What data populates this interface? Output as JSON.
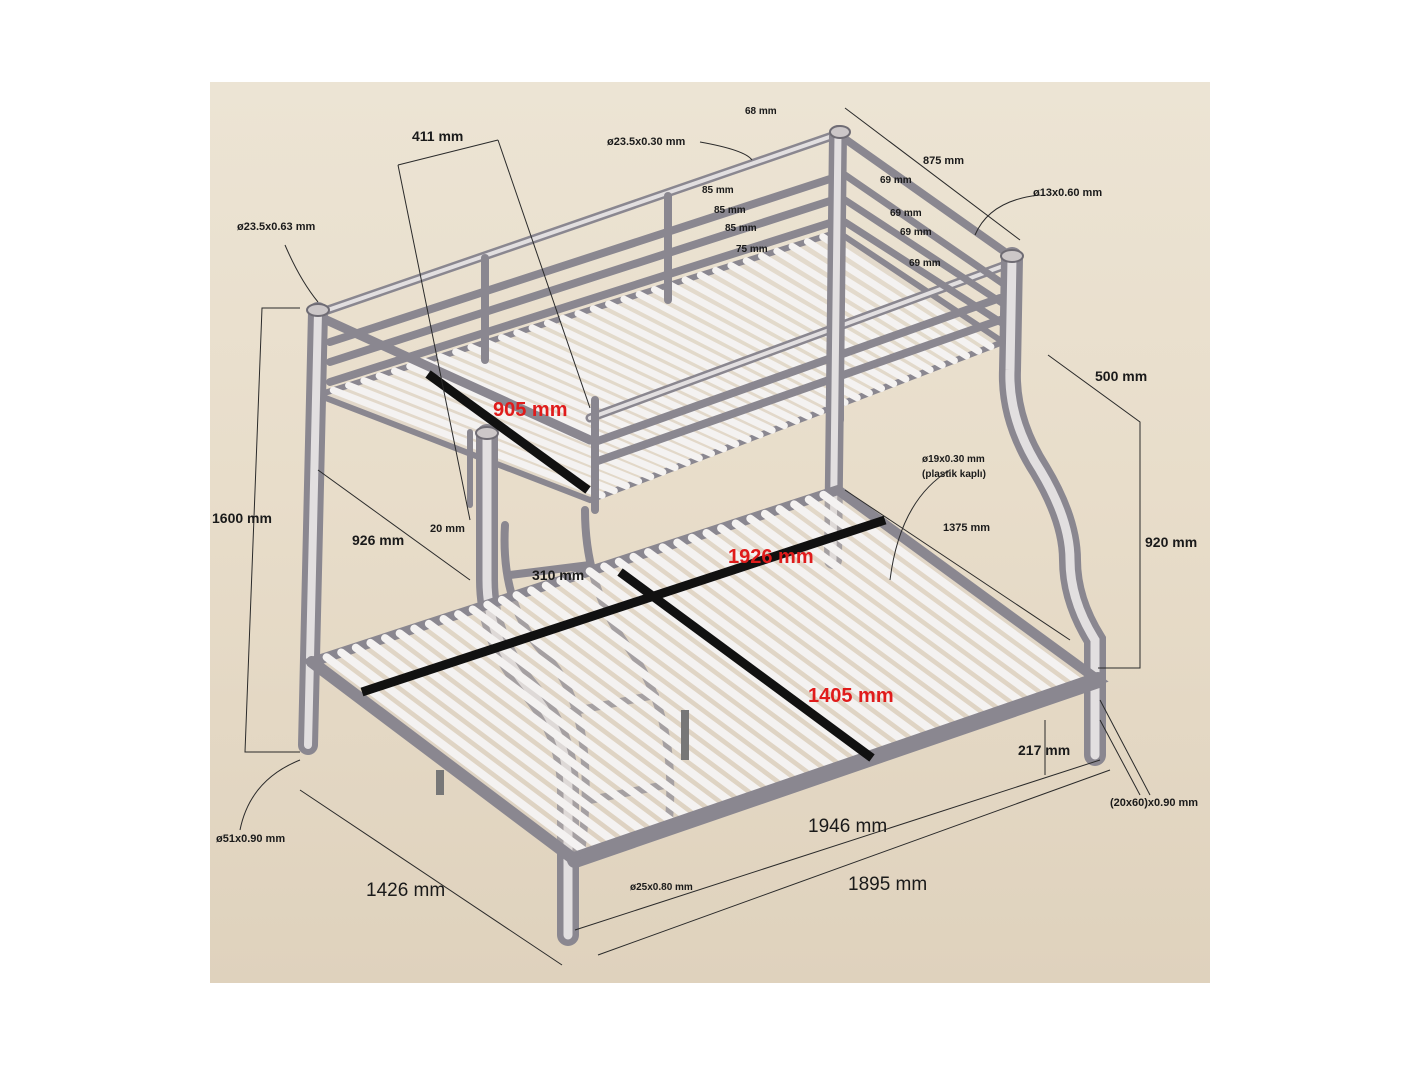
{
  "dimensions": {
    "total_height": "1600 mm",
    "top_bed_width": "926 mm",
    "bottom_to_ceiling_gap": "920 mm",
    "side_panel_depth": "500 mm",
    "top_bed_rail_width": "411 mm",
    "top_length_inner": "905 mm",
    "bottom_diagonal": "1926 mm",
    "bottom_width_inner": "1405 mm",
    "bottom_outer_length": "1946 mm",
    "bottom_inner_length": "1895 mm",
    "bottom_outer_width": "1426 mm",
    "end_width": "875 mm",
    "side_rail_length": "1375 mm",
    "ladder_offset": "20 mm",
    "ladder_width": "310 mm",
    "floor_clearance": "217 mm",
    "post_cap": "68 mm",
    "rail_spacing_a": "85 mm",
    "rail_spacing_b": "85 mm",
    "rail_spacing_c": "85 mm",
    "rail_spacing_d": "75 mm",
    "end_spacing_a": "69 mm",
    "end_spacing_b": "69 mm",
    "end_spacing_c": "69 mm",
    "end_spacing_d": "69 mm"
  },
  "tube_specs": {
    "guard_rail_tube": "ø23.5x0.30 mm",
    "post_top_tube": "ø23.5x0.63 mm",
    "end_rail_tube": "ø13x0.60 mm",
    "slat_tube": "ø19x0.30 mm",
    "slat_note": "(plastik kaplı)",
    "leg_tube": "ø51x0.90 mm",
    "ladder_tube": "ø25x0.80 mm",
    "frame_profile": "(20x60)x0.90 mm"
  },
  "colors": {
    "background": "#e8ddca",
    "tube": "#8a8790",
    "highlight": "#e01b1b",
    "measure_bar": "#111111"
  }
}
